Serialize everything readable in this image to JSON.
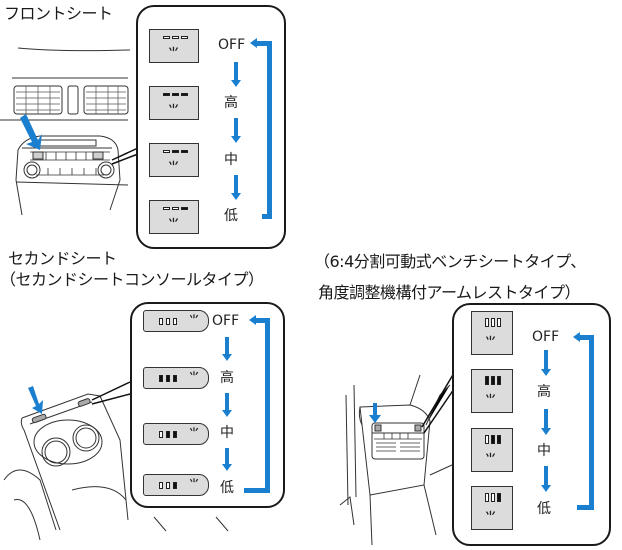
{
  "sections": {
    "front": {
      "title": "フロントシート",
      "levels": [
        "OFF",
        "高",
        "中",
        "低"
      ],
      "states": [
        [
          0,
          0,
          0
        ],
        [
          1,
          1,
          1
        ],
        [
          0,
          1,
          1
        ],
        [
          0,
          0,
          1
        ]
      ]
    },
    "second": {
      "title": "セカンドシート",
      "subtitle": "（セカンドシートコンソールタイプ）",
      "levels": [
        "OFF",
        "高",
        "中",
        "低"
      ],
      "states": [
        [
          0,
          0,
          0
        ],
        [
          1,
          1,
          1
        ],
        [
          0,
          1,
          1
        ],
        [
          0,
          0,
          1
        ]
      ]
    },
    "bench": {
      "subtitle_line1": "（6:4分割可動式ベンチシートタイプ、",
      "subtitle_line2": "角度調整機構付アームレストタイプ）",
      "levels": [
        "OFF",
        "高",
        "中",
        "低"
      ],
      "states": [
        [
          0,
          0,
          0
        ],
        [
          1,
          1,
          1
        ],
        [
          0,
          1,
          1
        ],
        [
          0,
          0,
          1
        ]
      ]
    }
  },
  "icons": {
    "seat_heater": "seat-heater-icon",
    "seat_glyph": "⺌"
  },
  "colors": {
    "accent_blue": "#1a7fcf",
    "button_gray": "#dcdcdc"
  }
}
